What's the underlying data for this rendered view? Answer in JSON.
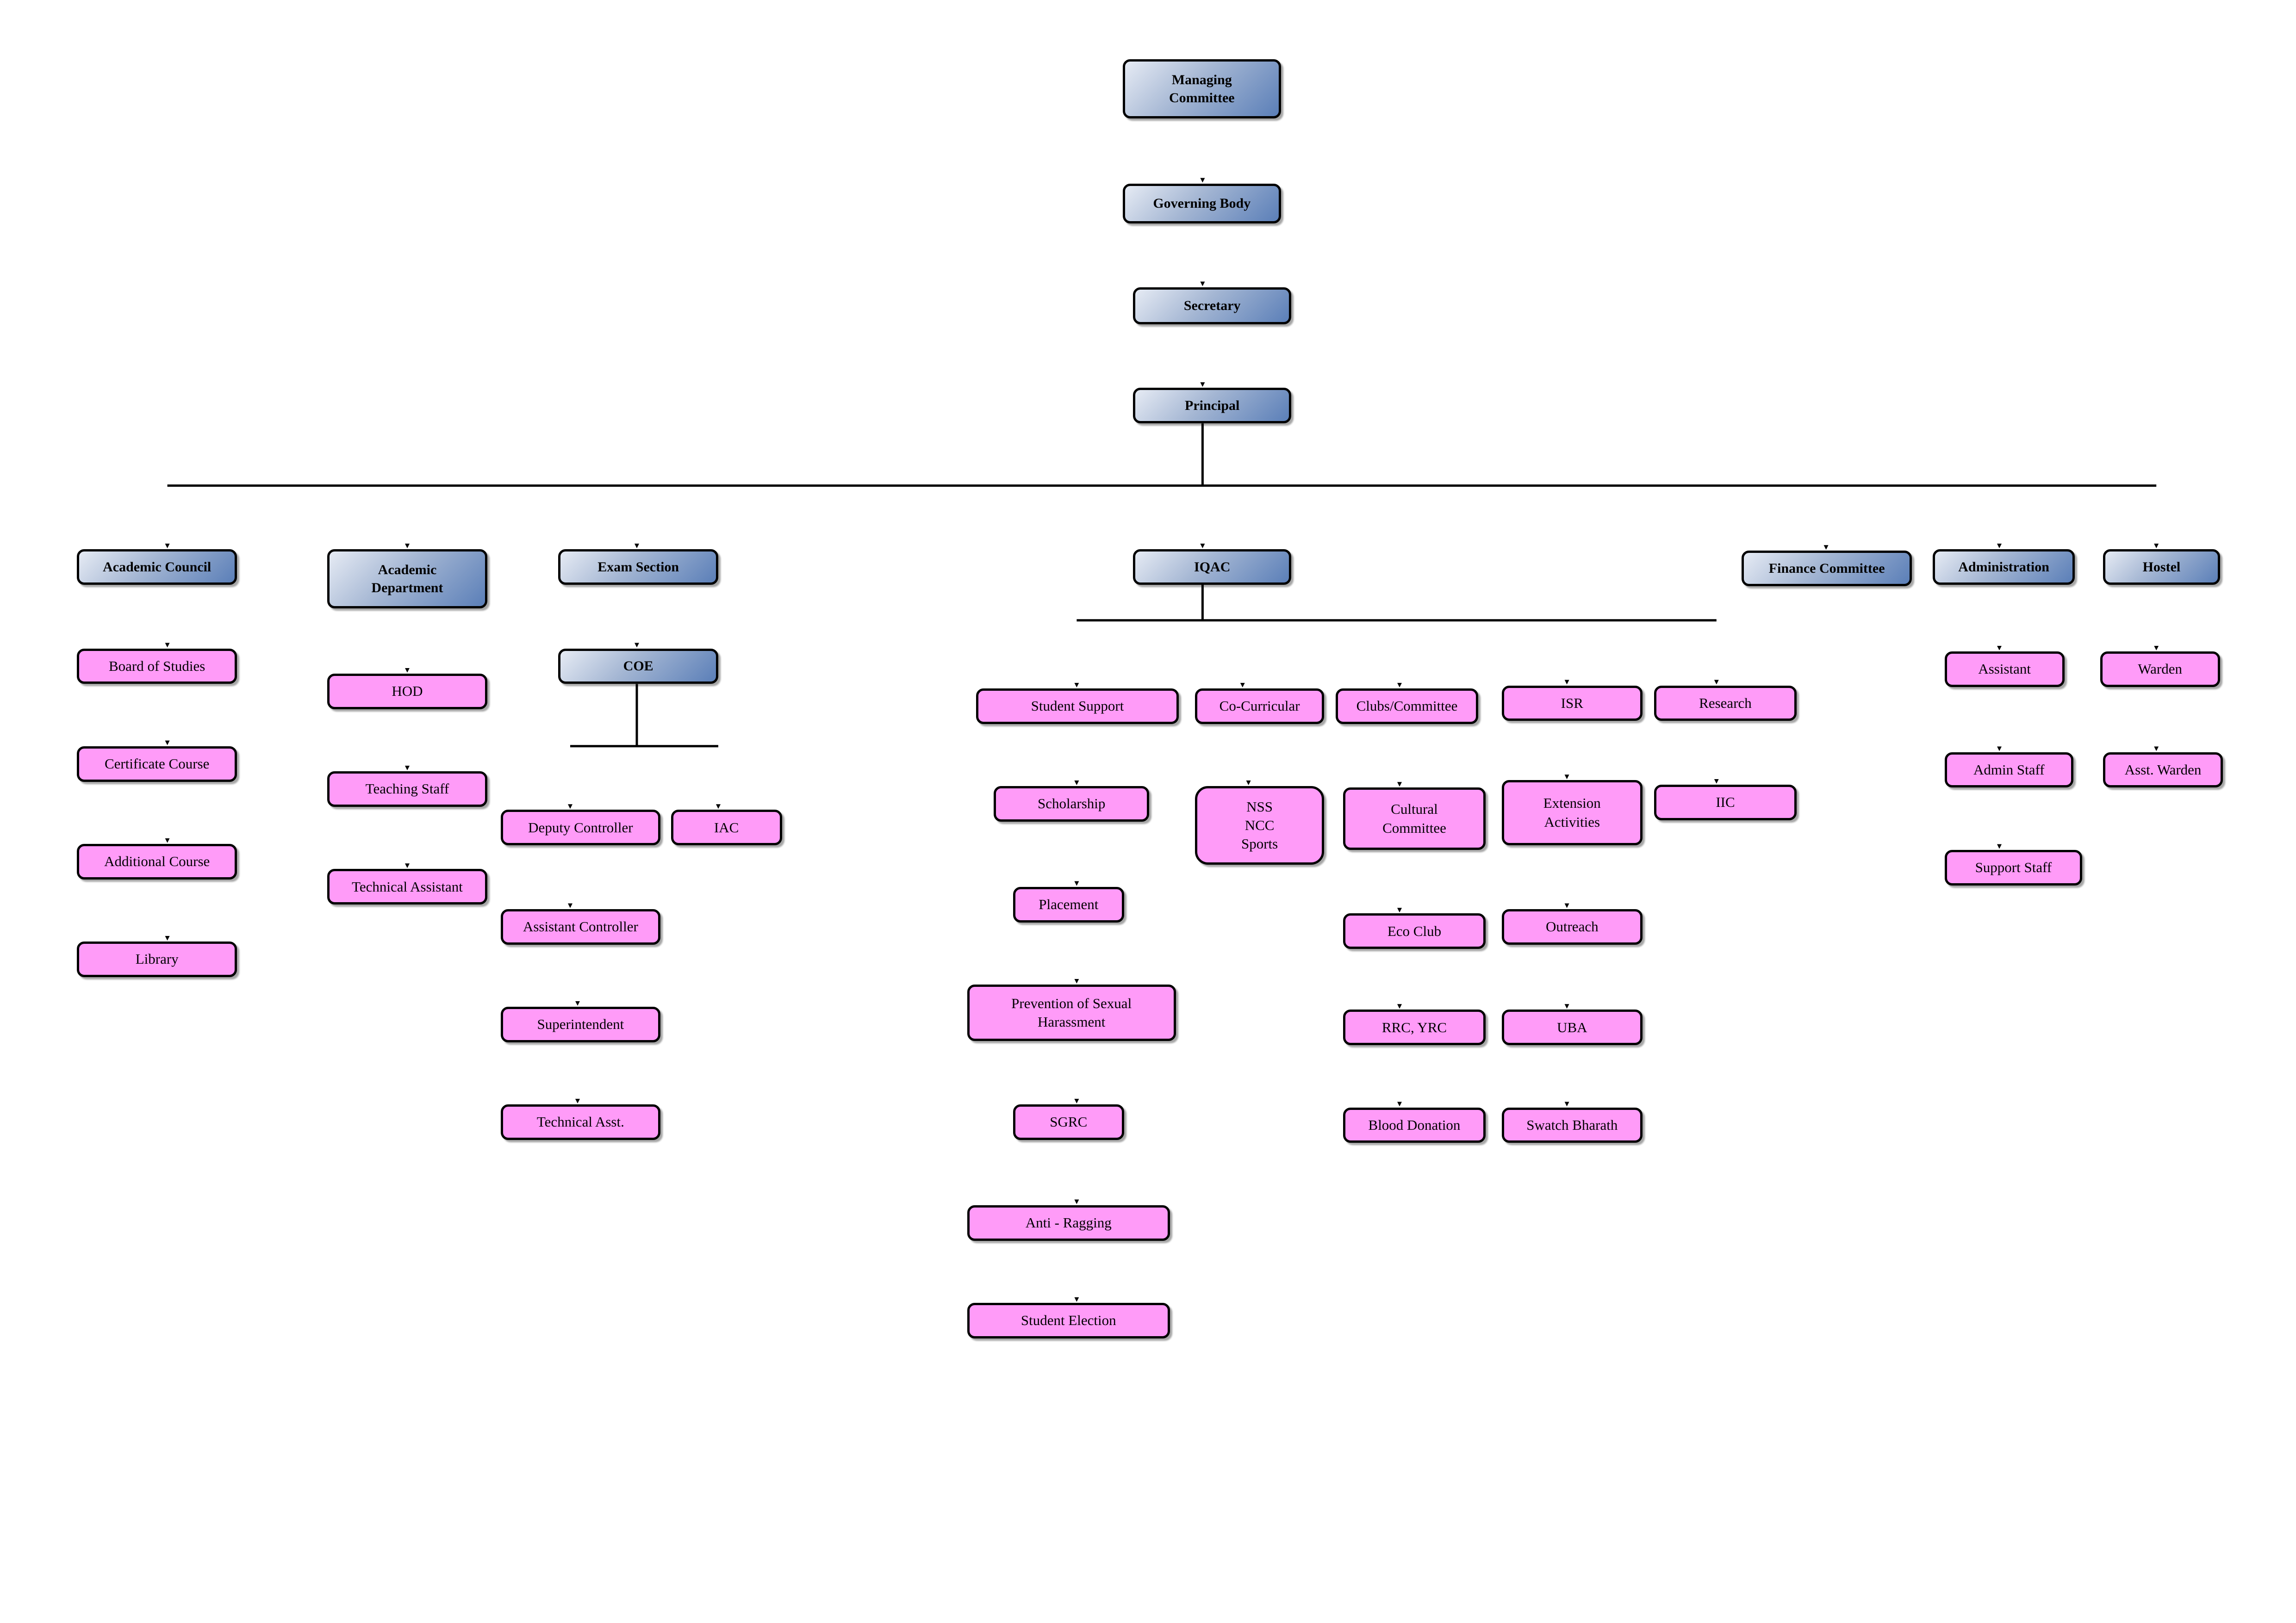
{
  "nodes": [
    {
      "id": "managing-committee",
      "label": "Managing\nCommittee",
      "style": "blue"
    },
    {
      "id": "governing-body",
      "label": "Governing Body",
      "style": "blue"
    },
    {
      "id": "secretary",
      "label": "Secretary",
      "style": "blue"
    },
    {
      "id": "principal",
      "label": "Principal",
      "style": "blue"
    },
    {
      "id": "academic-council",
      "label": "Academic Council",
      "style": "blue"
    },
    {
      "id": "academic-department",
      "label": "Academic\nDepartment",
      "style": "blue"
    },
    {
      "id": "exam-section",
      "label": "Exam Section",
      "style": "blue"
    },
    {
      "id": "iqac",
      "label": "IQAC",
      "style": "blue"
    },
    {
      "id": "finance-committee",
      "label": "Finance Committee",
      "style": "blue"
    },
    {
      "id": "administration",
      "label": "Administration",
      "style": "blue"
    },
    {
      "id": "hostel",
      "label": "Hostel",
      "style": "blue"
    },
    {
      "id": "coe",
      "label": "COE",
      "style": "blue"
    },
    {
      "id": "board-of-studies",
      "label": "Board of Studies",
      "style": "pink"
    },
    {
      "id": "certificate-course",
      "label": "Certificate Course",
      "style": "pink"
    },
    {
      "id": "additional-course",
      "label": "Additional Course",
      "style": "pink"
    },
    {
      "id": "library",
      "label": "Library",
      "style": "pink"
    },
    {
      "id": "hod",
      "label": "HOD",
      "style": "pink"
    },
    {
      "id": "teaching-staff",
      "label": "Teaching Staff",
      "style": "pink"
    },
    {
      "id": "technical-assistant",
      "label": "Technical Assistant",
      "style": "pink"
    },
    {
      "id": "deputy-controller",
      "label": "Deputy Controller",
      "style": "pink"
    },
    {
      "id": "iac",
      "label": "IAC",
      "style": "pink"
    },
    {
      "id": "assistant-controller",
      "label": "Assistant Controller",
      "style": "pink"
    },
    {
      "id": "superintendent",
      "label": "Superintendent",
      "style": "pink"
    },
    {
      "id": "technical-asst",
      "label": "Technical Asst.",
      "style": "pink"
    },
    {
      "id": "student-support",
      "label": "Student Support",
      "style": "pink"
    },
    {
      "id": "scholarship",
      "label": "Scholarship",
      "style": "pink"
    },
    {
      "id": "placement",
      "label": "Placement",
      "style": "pink"
    },
    {
      "id": "prevention-of-sexual-harassment",
      "label": "Prevention of Sexual\nHarassment",
      "style": "pink"
    },
    {
      "id": "sgrc",
      "label": "SGRC",
      "style": "pink"
    },
    {
      "id": "anti-ragging",
      "label": "Anti - Ragging",
      "style": "pink"
    },
    {
      "id": "student-election",
      "label": "Student Election",
      "style": "pink"
    },
    {
      "id": "co-curricular",
      "label": "Co-Curricular",
      "style": "pink"
    },
    {
      "id": "nss-ncc-sports",
      "label": "NSS\nNCC\nSports",
      "style": "pink"
    },
    {
      "id": "clubs-committee",
      "label": "Clubs/Committee",
      "style": "pink"
    },
    {
      "id": "cultural-committee",
      "label": "Cultural\nCommittee",
      "style": "pink"
    },
    {
      "id": "eco-club",
      "label": "Eco Club",
      "style": "pink"
    },
    {
      "id": "rrc-yrc",
      "label": "RRC, YRC",
      "style": "pink"
    },
    {
      "id": "blood-donation",
      "label": "Blood Donation",
      "style": "pink"
    },
    {
      "id": "isr",
      "label": "ISR",
      "style": "pink"
    },
    {
      "id": "extension-activities",
      "label": "Extension\nActivities",
      "style": "pink"
    },
    {
      "id": "outreach",
      "label": "Outreach",
      "style": "pink"
    },
    {
      "id": "uba",
      "label": "UBA",
      "style": "pink"
    },
    {
      "id": "swatch-bharath",
      "label": "Swatch Bharath",
      "style": "pink"
    },
    {
      "id": "research",
      "label": "Research",
      "style": "pink"
    },
    {
      "id": "iic",
      "label": "IIC",
      "style": "pink"
    },
    {
      "id": "assistant",
      "label": "Assistant",
      "style": "pink"
    },
    {
      "id": "admin-staff",
      "label": "Admin Staff",
      "style": "pink"
    },
    {
      "id": "support-staff",
      "label": "Support Staff",
      "style": "pink"
    },
    {
      "id": "warden",
      "label": "Warden",
      "style": "pink"
    },
    {
      "id": "asst-warden",
      "label": "Asst. Warden",
      "style": "pink"
    }
  ],
  "edges": [
    [
      "managing-committee",
      "governing-body"
    ],
    [
      "governing-body",
      "secretary"
    ],
    [
      "secretary",
      "principal"
    ],
    [
      "principal",
      "academic-council"
    ],
    [
      "principal",
      "academic-department"
    ],
    [
      "principal",
      "exam-section"
    ],
    [
      "principal",
      "iqac"
    ],
    [
      "principal",
      "finance-committee"
    ],
    [
      "principal",
      "administration"
    ],
    [
      "principal",
      "hostel"
    ],
    [
      "academic-council",
      "board-of-studies"
    ],
    [
      "board-of-studies",
      "certificate-course"
    ],
    [
      "certificate-course",
      "additional-course"
    ],
    [
      "additional-course",
      "library"
    ],
    [
      "academic-department",
      "hod"
    ],
    [
      "hod",
      "teaching-staff"
    ],
    [
      "teaching-staff",
      "technical-assistant"
    ],
    [
      "exam-section",
      "coe"
    ],
    [
      "coe",
      "deputy-controller"
    ],
    [
      "coe",
      "iac"
    ],
    [
      "deputy-controller",
      "assistant-controller"
    ],
    [
      "assistant-controller",
      "superintendent"
    ],
    [
      "superintendent",
      "technical-asst"
    ],
    [
      "iqac",
      "student-support"
    ],
    [
      "iqac",
      "co-curricular"
    ],
    [
      "iqac",
      "clubs-committee"
    ],
    [
      "iqac",
      "isr"
    ],
    [
      "iqac",
      "research"
    ],
    [
      "student-support",
      "scholarship"
    ],
    [
      "scholarship",
      "placement"
    ],
    [
      "placement",
      "prevention-of-sexual-harassment"
    ],
    [
      "prevention-of-sexual-harassment",
      "sgrc"
    ],
    [
      "sgrc",
      "anti-ragging"
    ],
    [
      "anti-ragging",
      "student-election"
    ],
    [
      "co-curricular",
      "nss-ncc-sports"
    ],
    [
      "clubs-committee",
      "cultural-committee"
    ],
    [
      "cultural-committee",
      "eco-club"
    ],
    [
      "eco-club",
      "rrc-yrc"
    ],
    [
      "rrc-yrc",
      "blood-donation"
    ],
    [
      "isr",
      "extension-activities"
    ],
    [
      "extension-activities",
      "outreach"
    ],
    [
      "outreach",
      "uba"
    ],
    [
      "uba",
      "swatch-bharath"
    ],
    [
      "research",
      "iic"
    ],
    [
      "administration",
      "assistant"
    ],
    [
      "assistant",
      "admin-staff"
    ],
    [
      "admin-staff",
      "support-staff"
    ],
    [
      "hostel",
      "warden"
    ],
    [
      "warden",
      "asst-warden"
    ]
  ]
}
